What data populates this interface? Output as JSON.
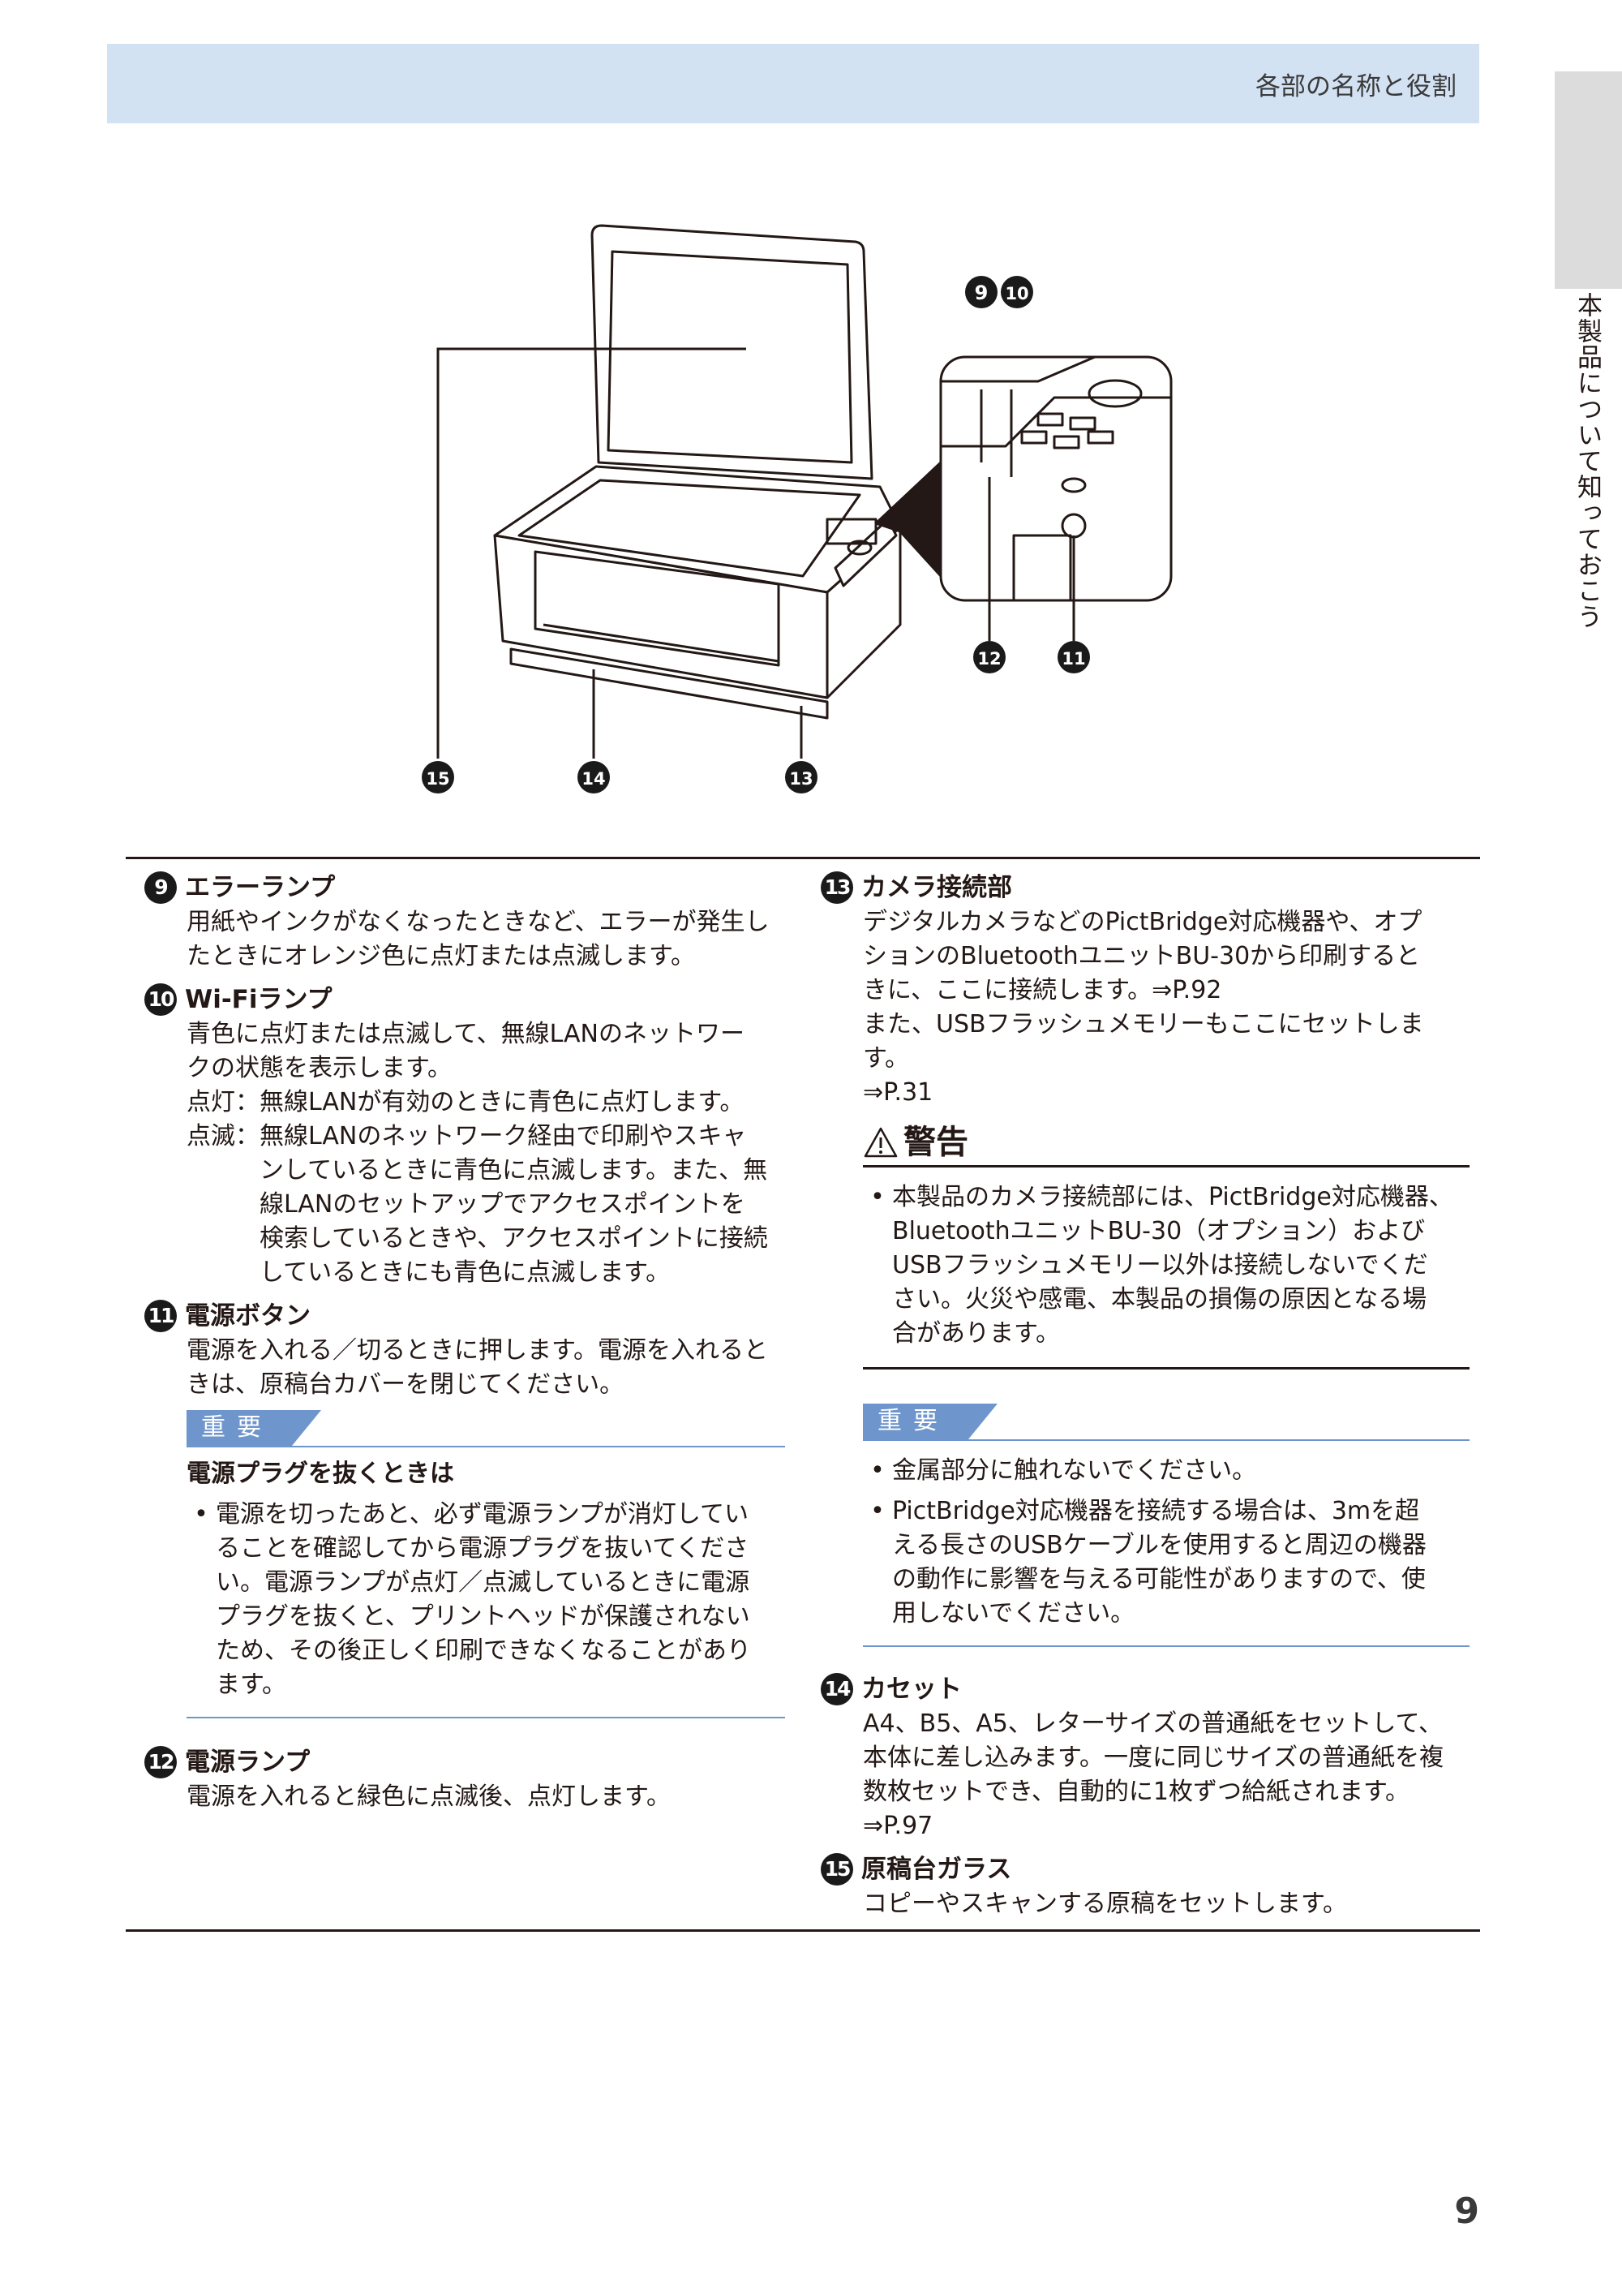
{
  "header": {
    "title": "各部の名称と役割"
  },
  "side_tab": {
    "text": "本製品について知っておこう"
  },
  "figure": {
    "callouts": [
      "9",
      "10",
      "12",
      "11",
      "15",
      "14",
      "13"
    ]
  },
  "left": {
    "item9": {
      "num": "9",
      "title": "エラーランプ",
      "lines": [
        "用紙やインクがなくなったときなど、エラーが発生し",
        "たときにオレンジ色に点灯または点滅します。"
      ]
    },
    "item10": {
      "num": "10",
      "title": "Wi-Fiランプ",
      "lines": [
        "青色に点灯または点滅して、無線LANのネットワー",
        "クの状態を表示します。"
      ],
      "def1_key": "点灯：",
      "def1_val": "無線LANが有効のときに青色に点灯します。",
      "def2_key": "点滅：",
      "def2_lines": [
        "無線LANのネットワーク経由で印刷やスキャ",
        "ンしているときに青色に点滅します。また、無",
        "線LANのセットアップでアクセスポイントを",
        "検索しているときや、アクセスポイントに接続",
        "しているときにも青色に点滅します。"
      ]
    },
    "item11": {
      "num": "11",
      "title": "電源ボタン",
      "lines": [
        "電源を入れる／切るときに押します。電源を入れると",
        "きは、原稿台カバーを閉じてください。"
      ],
      "important_label": "重要",
      "sub_title": "電源プラグを抜くときは",
      "bullet_lines": [
        "電源を切ったあと、必ず電源ランプが消灯してい",
        "ることを確認してから電源プラグを抜いてくださ",
        "い。電源ランプが点灯／点滅しているときに電源",
        "プラグを抜くと、プリントヘッドが保護されない",
        "ため、その後正しく印刷できなくなることがあり",
        "ます。"
      ]
    },
    "item12": {
      "num": "12",
      "title": "電源ランプ",
      "lines": [
        "電源を入れると緑色に点滅後、点灯します。"
      ]
    }
  },
  "right": {
    "item13": {
      "num": "13",
      "title": "カメラ接続部",
      "lines": [
        "デジタルカメラなどのPictBridge対応機器や、オプ",
        "ションのBluetoothユニットBU-30から印刷すると",
        "きに、ここに接続します。⇒P.92",
        "また、USBフラッシュメモリーもここにセットします。",
        "⇒P.31"
      ],
      "warning_label": "警告",
      "warning_lines": [
        "本製品のカメラ接続部には、PictBridge対応機器、",
        "BluetoothユニットBU-30（オプション）および",
        "USBフラッシュメモリー以外は接続しないでくだ",
        "さい。火災や感電、本製品の損傷の原因となる場",
        "合があります。"
      ],
      "important_label": "重要",
      "important_b1": "金属部分に触れないでください。",
      "important_b2_lines": [
        "PictBridge対応機器を接続する場合は、3mを超",
        "える長さのUSBケーブルを使用すると周辺の機器",
        "の動作に影響を与える可能性がありますので、使",
        "用しないでください。"
      ]
    },
    "item14": {
      "num": "14",
      "title": "カセット",
      "lines": [
        "A4、B5、A5、レターサイズの普通紙をセットして、",
        "本体に差し込みます。一度に同じサイズの普通紙を複",
        "数枚セットでき、自動的に1枚ずつ給紙されます。",
        "⇒P.97"
      ]
    },
    "item15": {
      "num": "15",
      "title": "原稿台ガラス",
      "lines": [
        "コピーやスキャンする原稿をセットします。"
      ]
    }
  },
  "page_number": "9"
}
